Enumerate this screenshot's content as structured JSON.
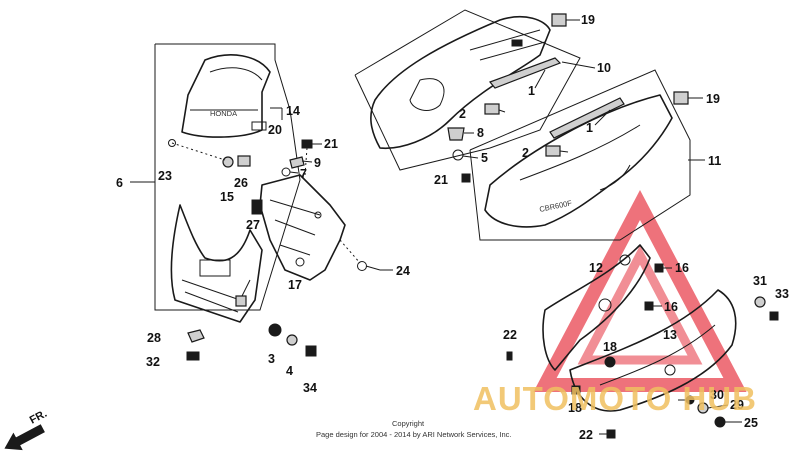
{
  "callouts": [
    "19",
    "10",
    "1",
    "2",
    "8",
    "5",
    "21",
    "19",
    "1",
    "2",
    "11",
    "14",
    "20",
    "6",
    "21",
    "9",
    "7",
    "23",
    "26",
    "15",
    "27",
    "17",
    "24",
    "12",
    "16",
    "16",
    "31",
    "33",
    "22",
    "13",
    "18",
    "28",
    "32",
    "3",
    "4",
    "34",
    "18",
    "30",
    "29",
    "25",
    "22"
  ],
  "copyright": {
    "line1": "Copyright",
    "line2": "Page design for 2004 - 2014 by ARI Network Services, Inc."
  },
  "watermark": {
    "text": "AUTOMOTO HUB",
    "triangle_color": "#e8434f",
    "text_color": "#f0c060"
  },
  "direction_label": "FR.",
  "icons": [
    "fr-arrow-icon"
  ]
}
